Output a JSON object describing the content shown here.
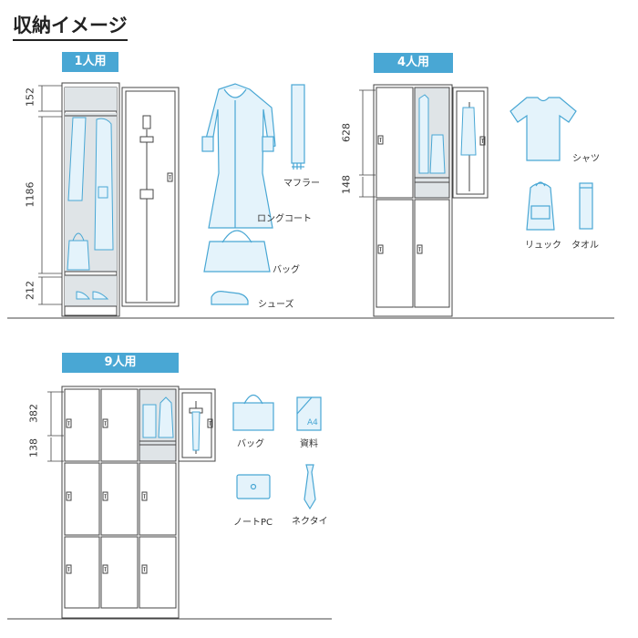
{
  "page": {
    "title": "収納イメージ"
  },
  "colors": {
    "accent": "#49a7d4",
    "item_fill": "#e4f3fb",
    "item_stroke": "#49a7d4",
    "locker_stroke": "#444444"
  },
  "sections": {
    "one_person": {
      "tag": "1人用",
      "dims": [
        "152",
        "1186",
        "212"
      ],
      "items": {
        "muffler": "マフラー",
        "long_coat": "ロングコート",
        "bag": "バッグ",
        "shoes": "シューズ"
      }
    },
    "four_person": {
      "tag": "4人用",
      "dims": [
        "628",
        "148"
      ],
      "items": {
        "shirt": "シャツ",
        "backpack": "リュック",
        "towel": "タオル"
      }
    },
    "nine_person": {
      "tag": "9人用",
      "dims": [
        "382",
        "138"
      ],
      "items": {
        "bag": "バッグ",
        "document": "資料",
        "document_mark": "A4",
        "laptop": "ノートPC",
        "necktie": "ネクタイ"
      }
    }
  }
}
